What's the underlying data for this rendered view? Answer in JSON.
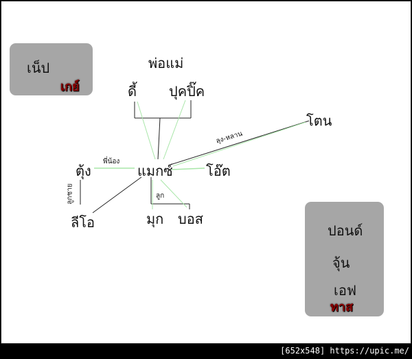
{
  "nodes": {
    "father_mother": "พ่อแม่",
    "dee": "ดี้",
    "pukpik": "ปุคปิ๊ค",
    "ton": "โตน",
    "max": "แมกซ์",
    "tung": "ตุ้ง",
    "ot": "โอ๊ต",
    "lee_o": "ลีโอ",
    "muk": "มุก",
    "bos": "บอส"
  },
  "edge_labels": {
    "siblings": "พี่น้อง",
    "uncle_nephew": "ลุง-หลาน",
    "child": "ลูก",
    "nephew": "ลูกชาย"
  },
  "boxes": {
    "left": {
      "name": "เน็ป",
      "tag": "เกย์"
    },
    "right": {
      "names": [
        "ปอนด์",
        "จุ้น",
        "เอฟ"
      ],
      "tag": "ทาส"
    }
  },
  "footer": "[652x548] https://upic.me/"
}
